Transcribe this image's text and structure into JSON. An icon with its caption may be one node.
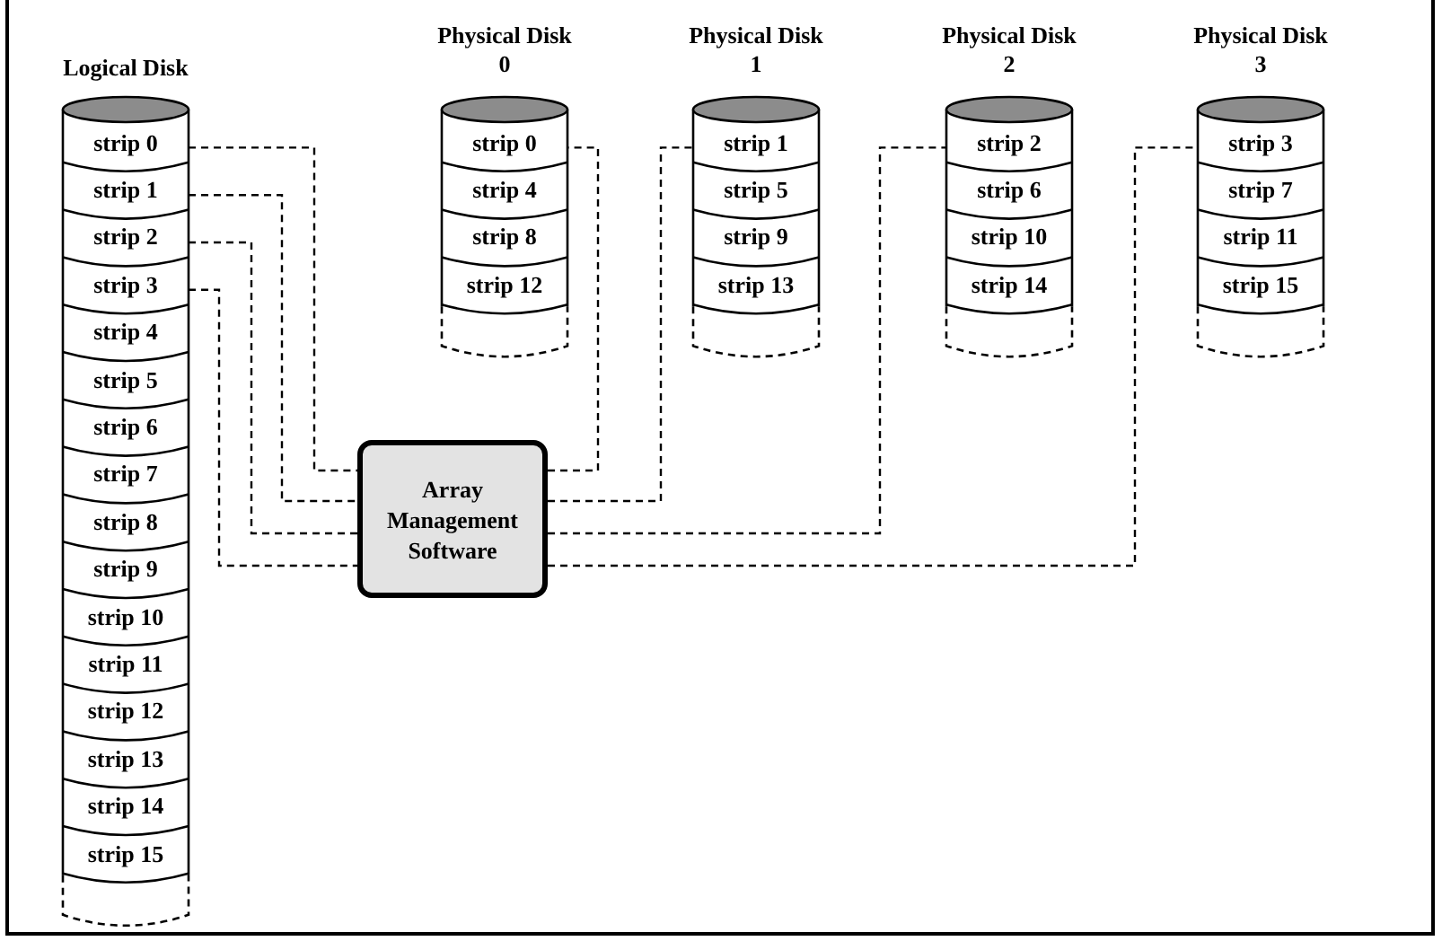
{
  "diagram": {
    "nodes": [
      {
        "text": [
          "Logical Disk"
        ]
      },
      {
        "text": [
          "strip 0"
        ],
        "in": 0
      },
      {
        "text": [
          "strip 1"
        ],
        "in": 0
      },
      {
        "text": [
          "strip 2"
        ],
        "in": 0
      },
      {
        "text": [
          "strip 3"
        ],
        "in": 0
      },
      {
        "text": [
          "strip 4"
        ],
        "in": 0
      },
      {
        "text": [
          "strip 5"
        ],
        "in": 0
      },
      {
        "text": [
          "strip 6"
        ],
        "in": 0
      },
      {
        "text": [
          "strip 7"
        ],
        "in": 0
      },
      {
        "text": [
          "strip 8"
        ],
        "in": 0
      },
      {
        "text": [
          "strip 9"
        ],
        "in": 0
      },
      {
        "text": [
          "strip 10"
        ],
        "in": 0
      },
      {
        "text": [
          "strip 11"
        ],
        "in": 0
      },
      {
        "text": [
          "strip 12"
        ],
        "in": 0
      },
      {
        "text": [
          "strip 13"
        ],
        "in": 0
      },
      {
        "text": [
          "strip 14"
        ],
        "in": 0
      },
      {
        "text": [
          "strip 15"
        ],
        "in": 0
      },
      {
        "text": [
          "Physical Disk 0"
        ]
      },
      {
        "text": [
          "strip 0"
        ],
        "in": 17
      },
      {
        "text": [
          "strip 4"
        ],
        "in": 17
      },
      {
        "text": [
          "strip 8"
        ],
        "in": 17
      },
      {
        "text": [
          "strip 12"
        ],
        "in": 17
      },
      {
        "text": [
          "Physical Disk 1"
        ]
      },
      {
        "text": [
          "strip 1"
        ],
        "in": 22
      },
      {
        "text": [
          "strip 5"
        ],
        "in": 22
      },
      {
        "text": [
          "strip 9"
        ],
        "in": 22
      },
      {
        "text": [
          "strip 13"
        ],
        "in": 22
      },
      {
        "text": [
          "Physical Disk 2"
        ]
      },
      {
        "text": [
          "strip 2"
        ],
        "in": 27
      },
      {
        "text": [
          "strip 6"
        ],
        "in": 27
      },
      {
        "text": [
          "strip 10"
        ],
        "in": 27
      },
      {
        "text": [
          "strip 14"
        ],
        "in": 27
      },
      {
        "text": [
          "Physical Disk 3"
        ]
      },
      {
        "text": [
          "strip 3"
        ],
        "in": 32
      },
      {
        "text": [
          "strip 7"
        ],
        "in": 32
      },
      {
        "text": [
          "strip 11"
        ],
        "in": 32
      },
      {
        "text": [
          "strip 15"
        ],
        "in": 32
      },
      {
        "text": [
          "Array Management Software"
        ]
      }
    ],
    "edges": [
      {
        "from": 1,
        "to": 37,
        "arrow": "none",
        "style": "dashed"
      },
      {
        "from": 2,
        "to": 37,
        "arrow": "none",
        "style": "dashed"
      },
      {
        "from": 3,
        "to": 37,
        "arrow": "none",
        "style": "dashed"
      },
      {
        "from": 4,
        "to": 37,
        "arrow": "none",
        "style": "dashed"
      },
      {
        "from": 37,
        "to": 18,
        "arrow": "none",
        "style": "dashed"
      },
      {
        "from": 37,
        "to": 23,
        "arrow": "none",
        "style": "dashed"
      },
      {
        "from": 37,
        "to": 28,
        "arrow": "none",
        "style": "dashed"
      },
      {
        "from": 37,
        "to": 33,
        "arrow": "none",
        "style": "dashed"
      }
    ]
  }
}
